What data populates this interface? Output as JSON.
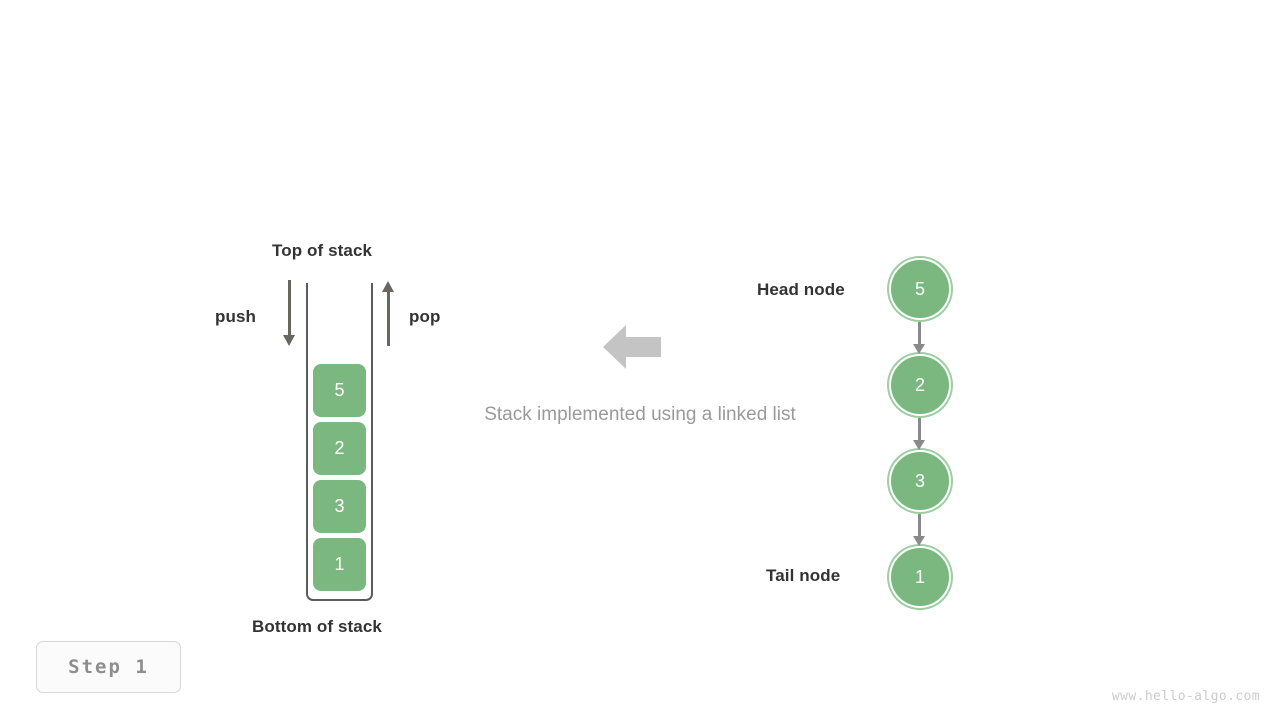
{
  "diagram": {
    "caption": "Stack implemented using a linked list",
    "step_badge": "Step  1",
    "watermark": "www.hello-algo.com",
    "accent_color": "#7ab87f",
    "ring_color": "#9ccfa0",
    "arrow_color": "#8a8a8a",
    "text_color": "#333333",
    "muted_color": "#9a9a9a"
  },
  "stack": {
    "top_label": "Top of stack",
    "bottom_label": "Bottom of stack",
    "push_label": "push",
    "pop_label": "pop",
    "cells": [
      {
        "value": "5"
      },
      {
        "value": "2"
      },
      {
        "value": "3"
      },
      {
        "value": "1"
      }
    ]
  },
  "linked_list": {
    "head_label": "Head node",
    "tail_label": "Tail node",
    "nodes": [
      {
        "value": "5"
      },
      {
        "value": "2"
      },
      {
        "value": "3"
      },
      {
        "value": "1"
      }
    ]
  }
}
